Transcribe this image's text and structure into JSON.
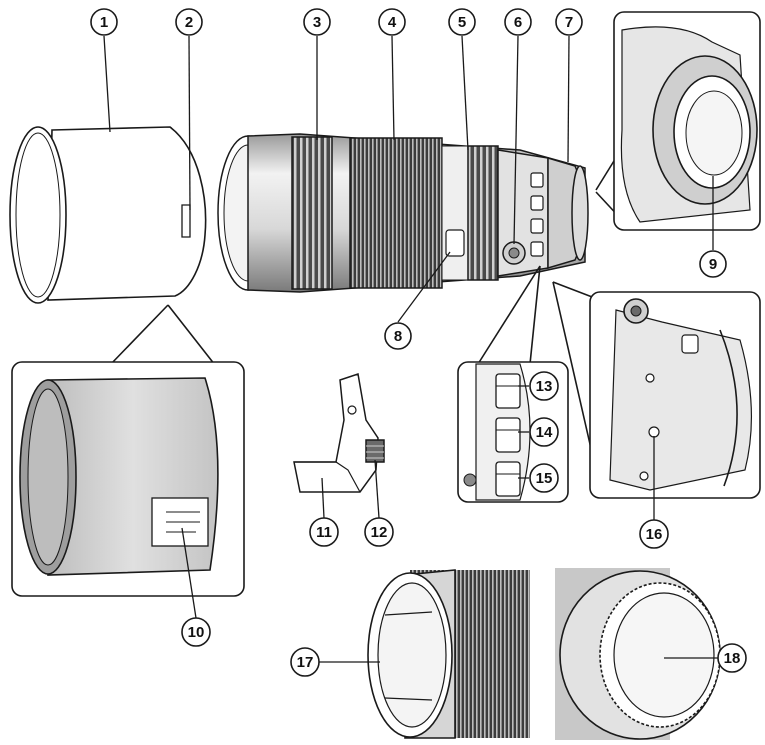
{
  "diagram": {
    "callouts": [
      {
        "id": 1,
        "label": "1"
      },
      {
        "id": 2,
        "label": "2"
      },
      {
        "id": 3,
        "label": "3"
      },
      {
        "id": 4,
        "label": "4"
      },
      {
        "id": 5,
        "label": "5"
      },
      {
        "id": 6,
        "label": "6"
      },
      {
        "id": 7,
        "label": "7"
      },
      {
        "id": 8,
        "label": "8"
      },
      {
        "id": 9,
        "label": "9"
      },
      {
        "id": 10,
        "label": "10"
      },
      {
        "id": 11,
        "label": "11"
      },
      {
        "id": 12,
        "label": "12"
      },
      {
        "id": 13,
        "label": "13"
      },
      {
        "id": 14,
        "label": "14"
      },
      {
        "id": 15,
        "label": "15"
      },
      {
        "id": 16,
        "label": "16"
      },
      {
        "id": 17,
        "label": "17"
      },
      {
        "id": 18,
        "label": "18"
      }
    ],
    "colors": {
      "line": "#1a1a1a",
      "shade": "#cfcfcf",
      "dark": "#555555",
      "background": "#ffffff"
    }
  }
}
